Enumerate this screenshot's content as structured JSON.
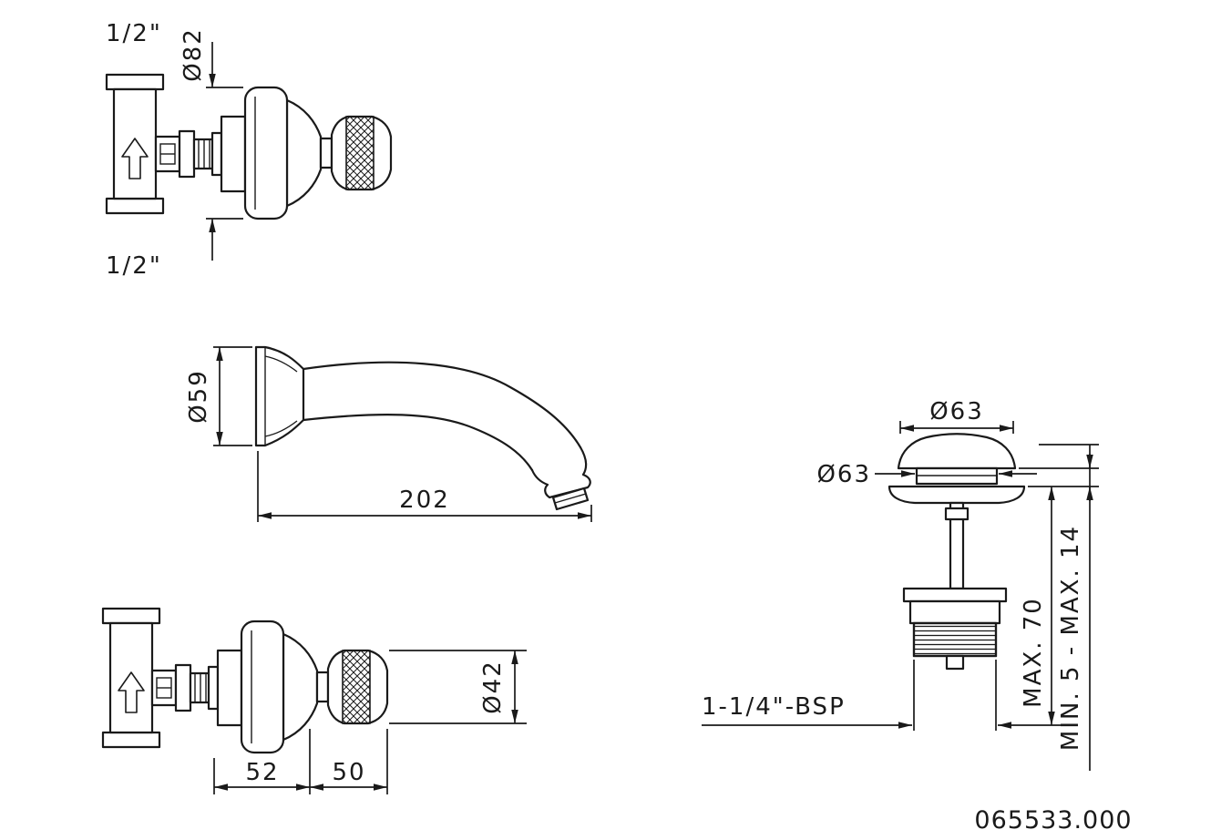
{
  "part_number": "065533.000",
  "valve_top_view": {
    "inlet_top": "1/2\"",
    "flange_diameter": "Ø82",
    "inlet_bottom": "1/2\""
  },
  "spout_view": {
    "flange_diameter": "Ø59",
    "spout_reach": "202"
  },
  "valve_front_view": {
    "handle_diameter": "Ø42",
    "escutcheon_depth": "52",
    "handle_depth": "50"
  },
  "waste_view": {
    "cap_diameter": "Ø63",
    "flange_diameter": "Ø63",
    "thread_size": "1-1/4\"-BSP",
    "max_height": "MAX. 70",
    "deck_thickness_range": "MIN. 5 - MAX. 14"
  }
}
